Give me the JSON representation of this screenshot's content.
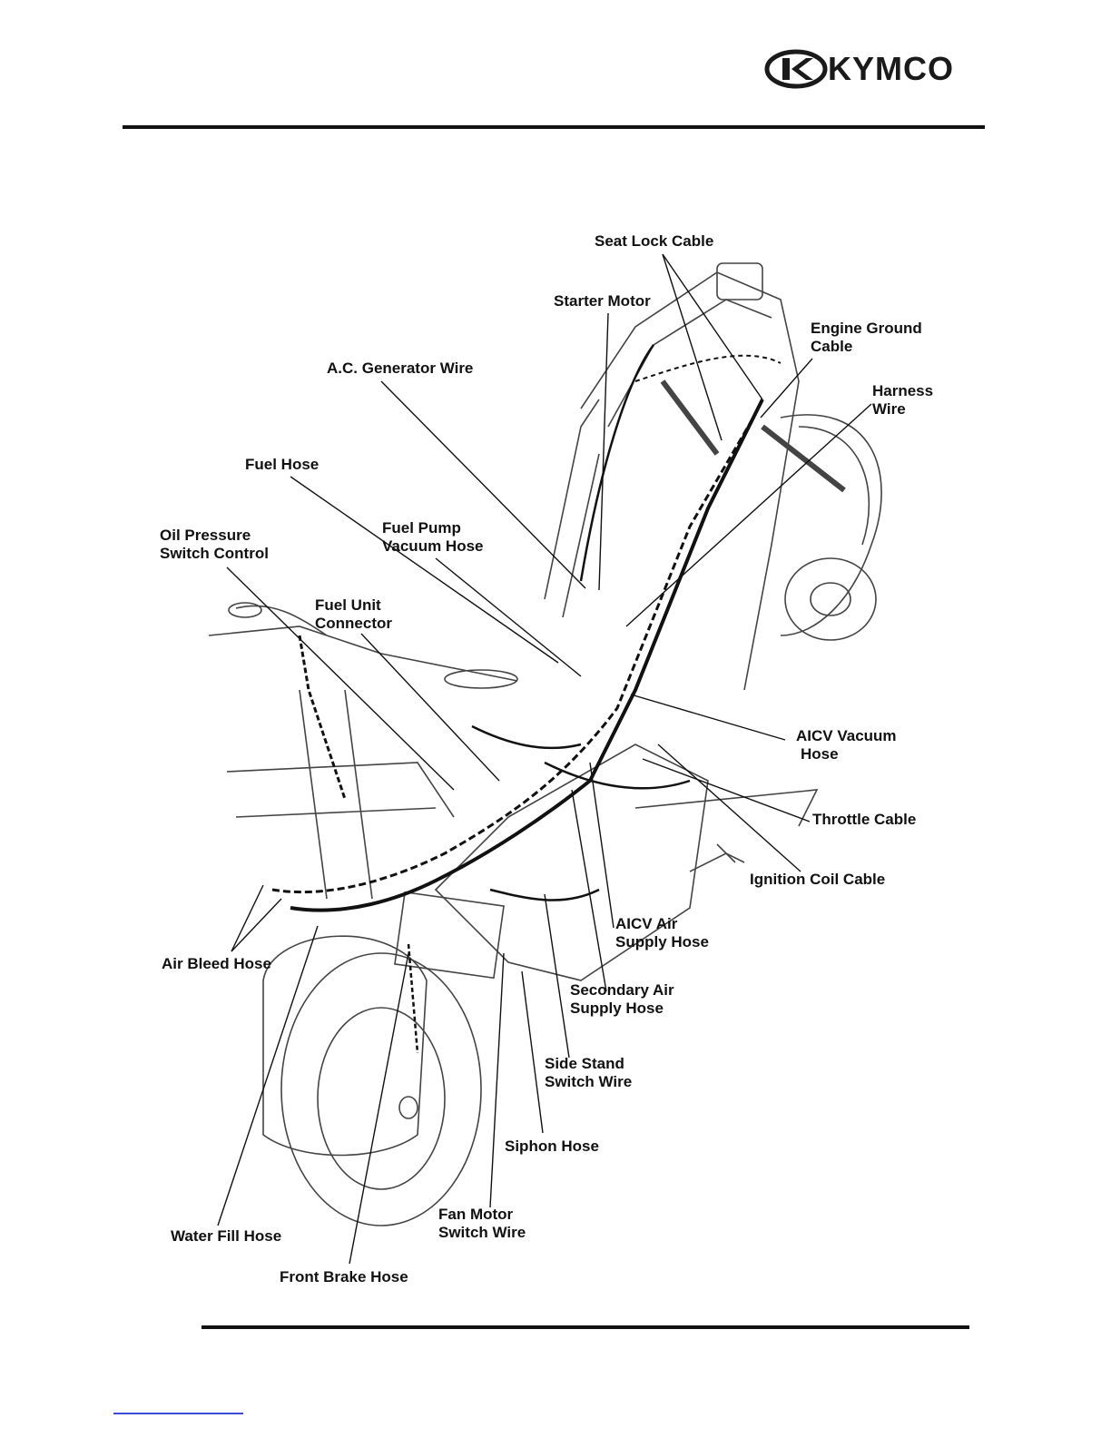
{
  "brand": {
    "name": "KYMCO"
  },
  "labels": {
    "seat_lock_cable": "Seat Lock Cable",
    "starter_motor": "Starter Motor",
    "engine_ground_cable_1": "Engine Ground",
    "engine_ground_cable_2": "Cable",
    "harness_wire_1": "Harness",
    "harness_wire_2": "Wire",
    "ac_generator_wire": "A.C. Generator Wire",
    "fuel_hose": "Fuel Hose",
    "fuel_pump_vacuum_hose_1": "Fuel Pump",
    "fuel_pump_vacuum_hose_2": "Vacuum Hose",
    "oil_pressure_1": "Oil Pressure",
    "oil_pressure_2": "Switch Control",
    "fuel_unit_connector_1": "Fuel Unit",
    "fuel_unit_connector_2": "Connector",
    "aicv_vacuum_hose_1": "AICV Vacuum",
    "aicv_vacuum_hose_2": "Hose",
    "throttle_cable": "Throttle Cable",
    "ignition_coil_cable": "Ignition Coil Cable",
    "aicv_air_supply_hose_1": "AICV Air",
    "aicv_air_supply_hose_2": "Supply Hose",
    "secondary_air_supply_hose_1": "Secondary Air",
    "secondary_air_supply_hose_2": "Supply Hose",
    "side_stand_switch_wire_1": "Side Stand",
    "side_stand_switch_wire_2": "Switch Wire",
    "siphon_hose": "Siphon Hose",
    "fan_motor_switch_wire_1": "Fan Motor",
    "fan_motor_switch_wire_2": "Switch Wire",
    "air_bleed_hose": "Air Bleed Hose",
    "water_fill_hose": "Water Fill Hose",
    "front_brake_hose": "Front Brake Hose"
  }
}
